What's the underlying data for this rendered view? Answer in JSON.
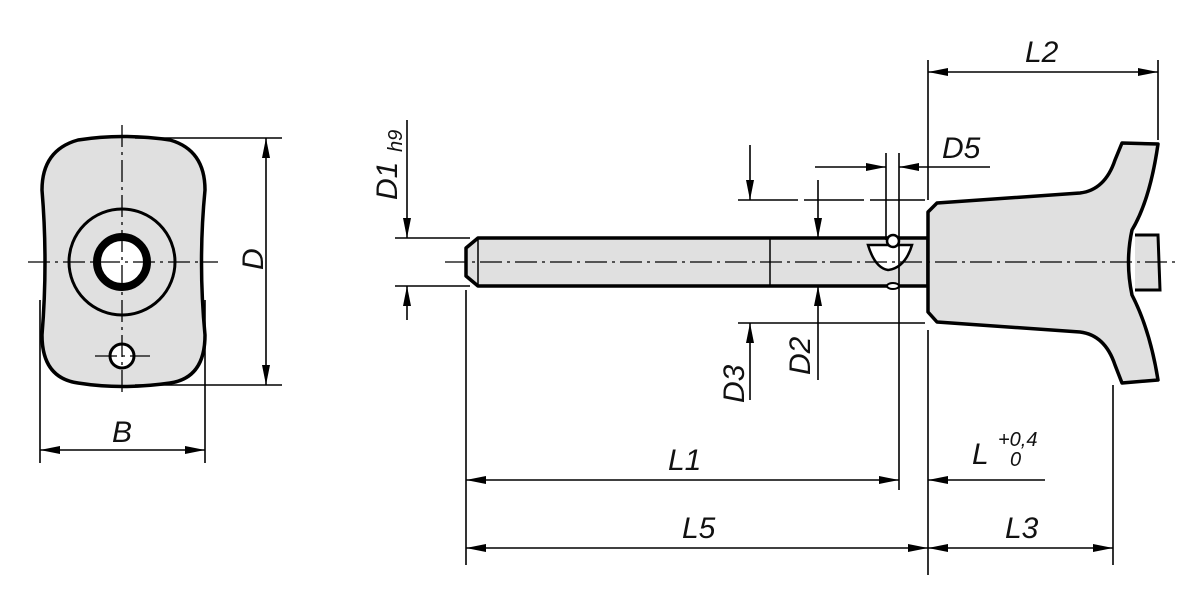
{
  "title": "Ball lock pin with T-handle dimension drawing",
  "labels": {
    "B": "B",
    "D": "D",
    "D1": "D1",
    "D1_tol": "h9",
    "D2": "D2",
    "D3": "D3",
    "D5": "D5",
    "L": "L",
    "L_tol_upper": "+0,4",
    "L_tol_lower": "0",
    "L1": "L1",
    "L2": "L2",
    "L3": "L3",
    "L5": "L5"
  },
  "colors": {
    "part_fill": "#e0e0e0",
    "line": "#000000"
  }
}
